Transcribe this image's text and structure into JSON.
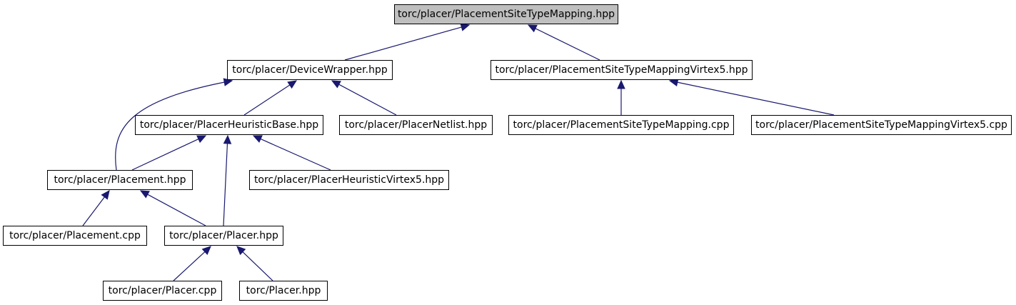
{
  "diagram": {
    "nodes": [
      {
        "id": "n0",
        "label": "torc/placer/PlacementSiteTypeMapping.hpp"
      },
      {
        "id": "n1",
        "label": "torc/placer/DeviceWrapper.hpp"
      },
      {
        "id": "n2",
        "label": "torc/placer/PlacementSiteTypeMappingVirtex5.hpp"
      },
      {
        "id": "n3",
        "label": "torc/placer/PlacerHeuristicBase.hpp"
      },
      {
        "id": "n4",
        "label": "torc/placer/PlacerNetlist.hpp"
      },
      {
        "id": "n5",
        "label": "torc/placer/PlacementSiteTypeMapping.cpp"
      },
      {
        "id": "n6",
        "label": "torc/placer/PlacementSiteTypeMappingVirtex5.cpp"
      },
      {
        "id": "n7",
        "label": "torc/placer/Placement.hpp"
      },
      {
        "id": "n8",
        "label": "torc/placer/PlacerHeuristicVirtex5.hpp"
      },
      {
        "id": "n9",
        "label": "torc/placer/Placement.cpp"
      },
      {
        "id": "n10",
        "label": "torc/placer/Placer.hpp"
      },
      {
        "id": "n11",
        "label": "torc/placer/Placer.cpp"
      },
      {
        "id": "n12",
        "label": "torc/Placer.hpp"
      }
    ],
    "edges": [
      {
        "from": "n1",
        "to": "n0"
      },
      {
        "from": "n2",
        "to": "n0"
      },
      {
        "from": "n3",
        "to": "n1"
      },
      {
        "from": "n4",
        "to": "n1"
      },
      {
        "from": "n7",
        "to": "n1"
      },
      {
        "from": "n5",
        "to": "n2"
      },
      {
        "from": "n6",
        "to": "n2"
      },
      {
        "from": "n7",
        "to": "n3"
      },
      {
        "from": "n8",
        "to": "n3"
      },
      {
        "from": "n10",
        "to": "n3"
      },
      {
        "from": "n9",
        "to": "n7"
      },
      {
        "from": "n10",
        "to": "n7"
      },
      {
        "from": "n11",
        "to": "n10"
      },
      {
        "from": "n12",
        "to": "n10"
      }
    ],
    "colors": {
      "edge": "#191970",
      "root_fill": "#bfbfbf",
      "node_fill": "#ffffff",
      "node_border": "#000000"
    }
  }
}
